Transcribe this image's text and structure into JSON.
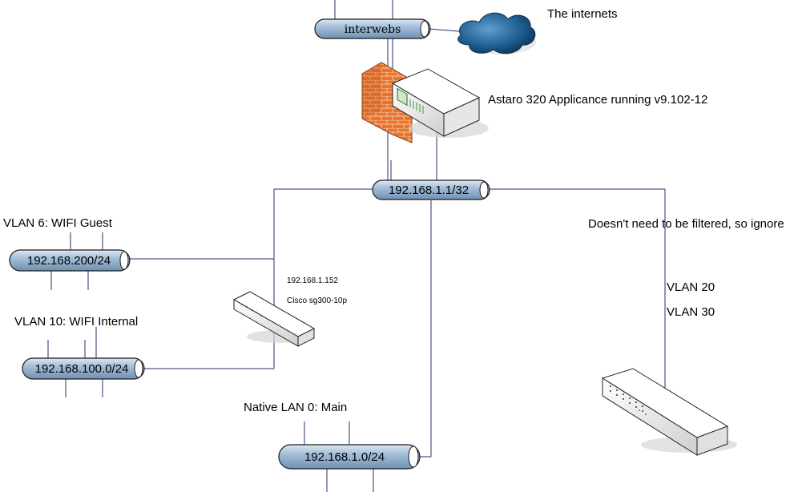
{
  "labels": {
    "internet": "The internets",
    "firewall": "Astaro 320 Applicance running v9.102-12",
    "ignore_note": "Doesn't need to be filtered, so ignore",
    "vlan20": "VLAN 20",
    "vlan30": "VLAN 30",
    "vlan6": "VLAN 6: WIFI Guest",
    "vlan10": "VLAN 10: WIFI Internal",
    "native": "Native LAN 0: Main",
    "switch_ip": "192.168.1.152",
    "switch_model": "Cisco sg300-10p"
  },
  "segments": {
    "interwebs": "interwebs",
    "core": "192.168.1.1/32",
    "guest": "192.168.200/24",
    "internal": "192.168.100.0/24",
    "main": "192.168.1.0/24"
  },
  "colors": {
    "link_line": "#2b2b6b",
    "pipe_fill": "#8aa9c9",
    "pipe_stroke": "#1a1a1a",
    "firewall_brick": "#e8742e",
    "device_body": "#f2f2f2",
    "cloud": "#1f5f8f"
  }
}
